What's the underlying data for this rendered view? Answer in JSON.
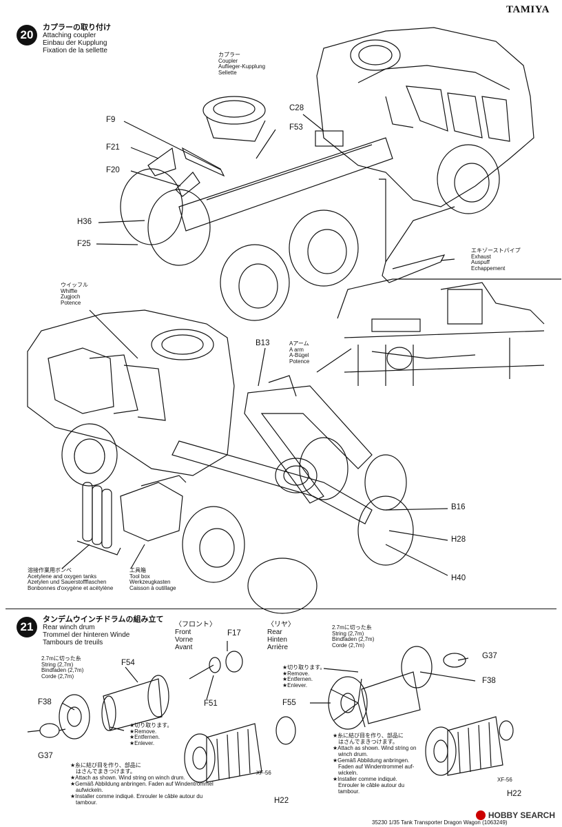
{
  "brand": "TAMIYA",
  "step20": {
    "number": "20",
    "title_jp": "カプラーの取り付け",
    "title_en": "Attaching coupler",
    "title_de": "Einbau der Kupplung",
    "title_fr": "Fixation de la sellette",
    "coupler": [
      "カプラー",
      "Coupler",
      "Auflieger-Kupplung",
      "Sellette"
    ],
    "exhaust": [
      "エキゾーストパイプ",
      "Exhaust",
      "Auspuff",
      "Echappement"
    ],
    "whiffle": [
      "ウイッフル",
      "Whiffle",
      "Zugjoch",
      "Potence"
    ],
    "a_arm": [
      "Aアーム",
      "A arm",
      "A-Bügel",
      "Potence"
    ],
    "tanks": [
      "溶接作業用ボンベ",
      "Acetylene and oxygen tanks",
      "Azetylen und Sauerstoffflaschen",
      "Bonbonnes d'oxygène et acétylène"
    ],
    "toolbox": [
      "工具箱",
      "Tool box",
      "Werkzeugkasten",
      "Caisson à outillage"
    ],
    "parts": {
      "f9": "F9",
      "f21": "F21",
      "f20": "F20",
      "h36": "H36",
      "f25": "F25",
      "c28": "C28",
      "f53": "F53",
      "b13": "B13",
      "b16": "B16",
      "h28": "H28",
      "h40": "H40"
    }
  },
  "step21": {
    "number": "21",
    "title_jp": "タンデムウインチドラムの組み立て",
    "title_en": "Rear winch drum",
    "title_de": "Trommel der hinteren Winde",
    "title_fr": "Tambours de treuils",
    "front": [
      "〈フロント〉",
      "Front",
      "Vorne",
      "Avant"
    ],
    "rear": [
      "〈リヤ〉",
      "Rear",
      "Hinten",
      "Arrière"
    ],
    "string_left": [
      "2.7mに切った糸",
      "String (2,7m)",
      "Bindfaden (2,7m)",
      "Corde (2,7m)"
    ],
    "string_right": [
      "2.7mに切った糸",
      "String (2,7m)",
      "Bindfaden (2,7m)",
      "Corde (2,7m)"
    ],
    "remove_left": [
      "★切り取ります。",
      "★Remove.",
      "★Entfernen.",
      "★Enlever."
    ],
    "remove_right": [
      "★切り取ります。",
      "★Remove.",
      "★Entfernen.",
      "★Enlever."
    ],
    "attach_left": [
      "★糸に結び目を作り、部品に",
      "はさんでまきつけます。",
      "★Attach as shown. Wind string on winch drum.",
      "★Gemäß Abbildung anbringen. Faden auf Windentrommel",
      "aufwickeln.",
      "★Installer comme indiqué. Enrouler le câble autour du",
      "tambour."
    ],
    "attach_right": [
      "★糸に結び目を作り、部品に",
      "はさんでまきつけます。",
      "★Attach as shown. Wind string on",
      "winch drum.",
      "★Gemäß Abbildung anbringen.",
      "Faden auf Windentrommel auf-",
      "wickeln.",
      "★Installer comme indiqué.",
      "Enrouler le câble autour du",
      "tambour."
    ],
    "paint_left": "XF-56",
    "paint_right": "XF-56",
    "parts": {
      "f17": "F17",
      "f54": "F54",
      "f51": "F51",
      "f38_left": "F38",
      "g37_left": "G37",
      "h22_left": "H22",
      "g37_right": "G37",
      "f38_right": "F38",
      "f55": "F55",
      "h22_right": "H22"
    }
  },
  "footer": "35230 1/35 Tank Transporter Dragon Wagon (1063249)",
  "watermark": "HOBBY SEARCH"
}
